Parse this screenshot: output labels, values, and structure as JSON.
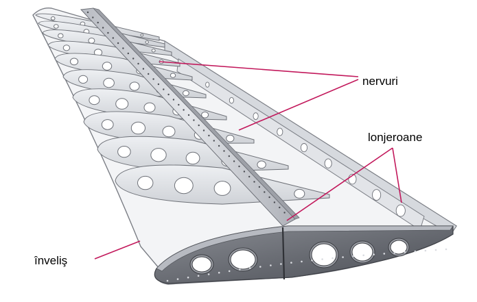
{
  "labels": {
    "ribs": "nervuri",
    "spars": "lonjeroane",
    "skin": "înveliş"
  },
  "colors": {
    "leader": "#c2185b",
    "skin_top": "#f4f5f7",
    "skin_fill": "#e6e8ec",
    "rib_fill": "#dfe1e5",
    "rib_edge": "#6d7077",
    "spar_fill": "#c9ccd2",
    "root_rib": "#6b6e75",
    "hole": "#ffffff",
    "rivet": "#4a4c52"
  }
}
